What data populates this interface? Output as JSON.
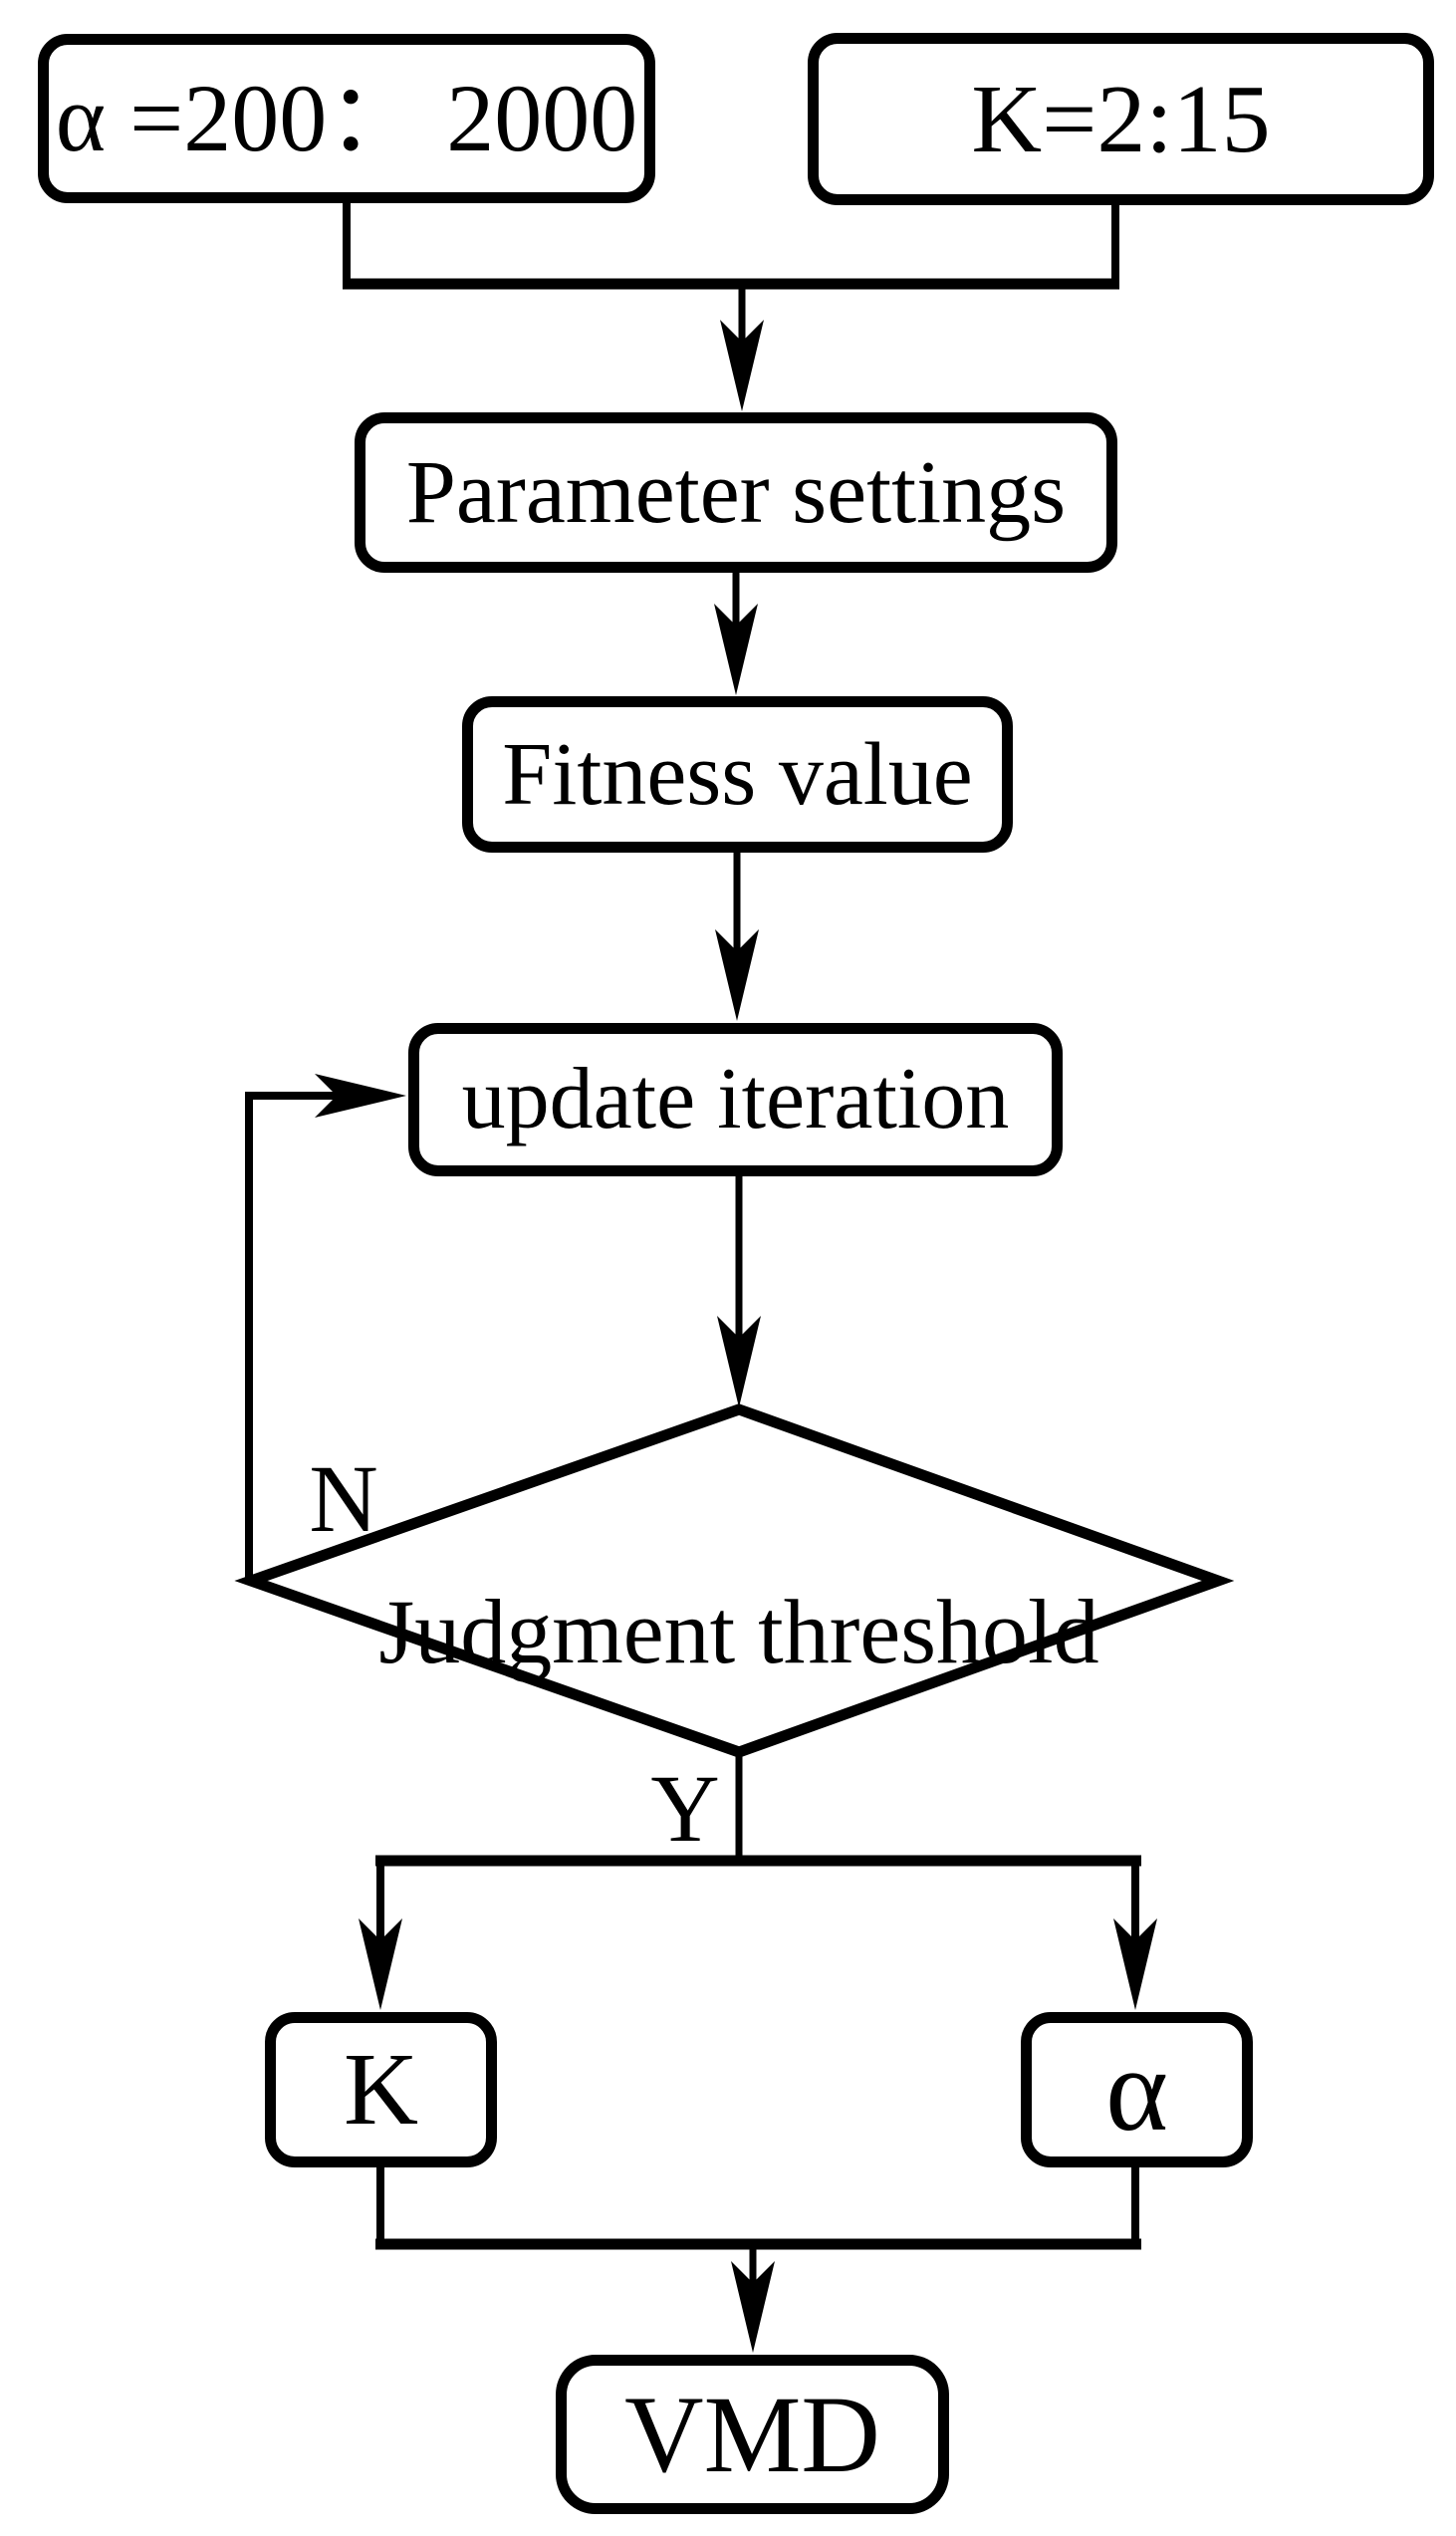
{
  "colors": {
    "line": "#000000",
    "background": "#ffffff",
    "node_fill": "#ffffff"
  },
  "nodes": {
    "alpha_range": "α =200： 2000",
    "k_range": "K=2:15",
    "parameter_settings": "Parameter settings",
    "fitness_value": "Fitness value",
    "update_iteration": "update iteration",
    "judgment_threshold": "Judgment threshold",
    "k_output": "K",
    "alpha_output": "α",
    "vmd": "VMD"
  },
  "branches": {
    "no_label": "N",
    "yes_label": "Y"
  }
}
